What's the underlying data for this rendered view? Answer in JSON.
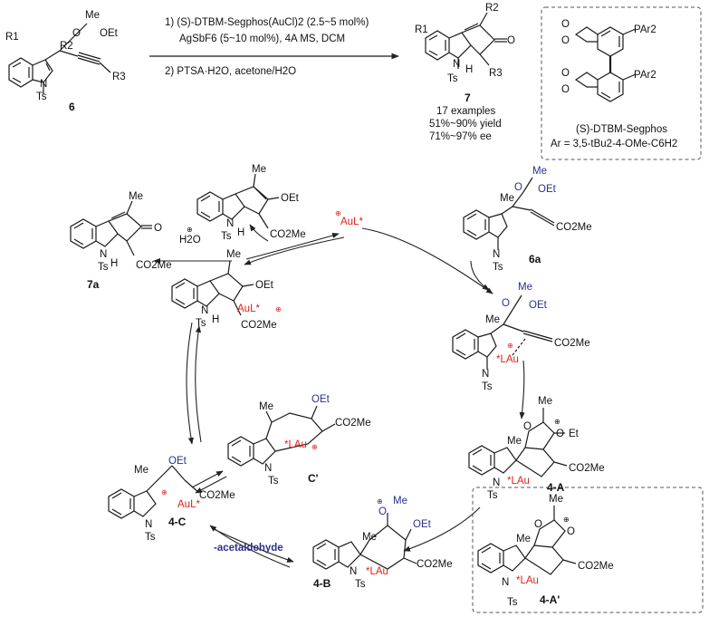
{
  "top_reaction": {
    "substrate_number": "6",
    "product_number": "7",
    "condition_1": "1) (S)-DTBM-Segphos(AuCl)2 (2.5~5 mol%)",
    "condition_1b": "AgSbF6 (5~10 mol%), 4A MS, DCM",
    "condition_2": "2) PTSA·H2O, acetone/H2O",
    "scope": [
      "17 examples",
      "51%~90% yield",
      "71%~97% ee"
    ],
    "ligand_name": "(S)-DTBM-Segphos",
    "ligand_ar": "Ar = 3,5-tBu2-4-OMe-C6H2",
    "ligand_par": "PAr2",
    "r_groups": [
      "R1",
      "R2",
      "R3"
    ]
  },
  "atoms": {
    "me": "Me",
    "oet": "OEt",
    "o": "O",
    "et": "Et",
    "n": "N",
    "ts": "Ts",
    "h": "H",
    "co2me": "CO2Me"
  },
  "cycle": {
    "catalyst": "AuL*",
    "water": "H2O",
    "lau": "*LAu",
    "aul": "AuL*",
    "byproduct": "-acetaldehyde",
    "compounds": [
      "7a",
      "6a",
      "4-A",
      "4-A'",
      "4-B",
      "4-C",
      "C'"
    ]
  },
  "colors": {
    "bond": "#1a1a1a",
    "ether_blue": "#2b2f8f",
    "gold_red": "#e0201b",
    "dashed_box": "#555555"
  }
}
